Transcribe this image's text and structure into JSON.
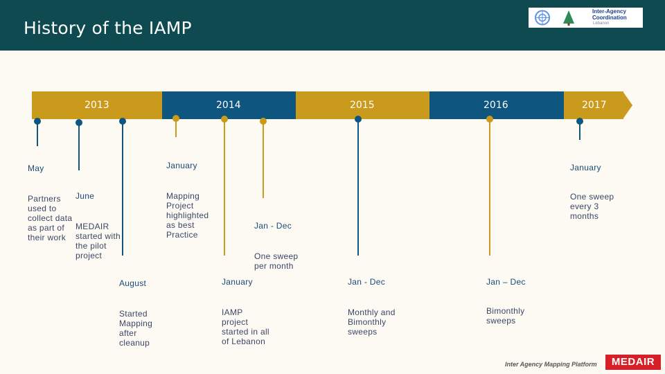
{
  "header": {
    "title": "History of the IAMP",
    "logo": {
      "org": "Inter-Agency\nCoordination",
      "sub": "Lebanon"
    }
  },
  "timeline": {
    "years": [
      "2013",
      "2014",
      "2015",
      "2016",
      "2017"
    ],
    "colors": {
      "gold": "#c99a1b",
      "blue": "#0e5580"
    },
    "events": [
      {
        "title": "May",
        "body": "Partners\nused to\ncollect data\nas part of\ntheir work"
      },
      {
        "title": "June",
        "body": "MEDAIR\nstarted with\nthe pilot\nproject"
      },
      {
        "title": "August",
        "body": "Started\nMapping\nafter\ncleanup"
      },
      {
        "title": "January",
        "body": "Mapping\nProject\nhighlighted\nas best\nPractice"
      },
      {
        "title": "January",
        "body": "IAMP\nproject\nstarted in all\nof Lebanon"
      },
      {
        "title": "Jan - Dec",
        "body": "One sweep\nper month"
      },
      {
        "title": "Jan - Dec",
        "body": "Monthly and\nBimonthly\nsweeps"
      },
      {
        "title": "Jan – Dec",
        "body": "Bimonthly\nsweeps"
      },
      {
        "title": "January",
        "body": "One sweep\nevery 3\nmonths"
      }
    ]
  },
  "footer": {
    "platform": "Inter Agency Mapping Platform",
    "brand": "MEDAIR"
  }
}
